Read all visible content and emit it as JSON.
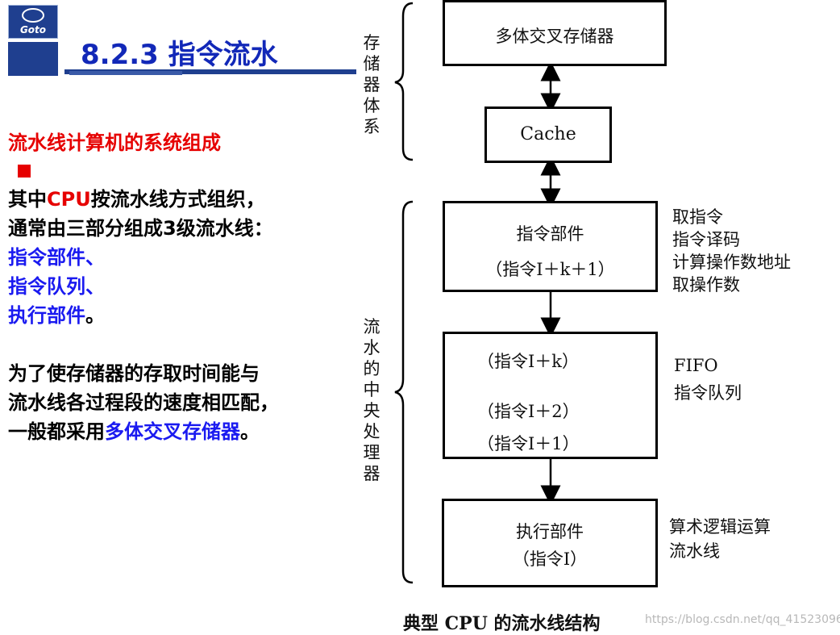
{
  "header": {
    "logo_text": "Goto",
    "title": "8.2.3  指令流水"
  },
  "left": {
    "heading": "流水线计算机的系统组成",
    "p1_a": "其中",
    "p1_cpu": "CPU",
    "p1_b": "按流水线方式组织，",
    "p2": "通常由三部分组成3级流水线：",
    "item1": "指令部件、",
    "item2": "指令队列、",
    "item3": "执行部件",
    "item3_end": "。",
    "p3": "为了使存储器的存取时间能与",
    "p4": "流水线各过程段的速度相匹配，",
    "p5_a": "一般都采用",
    "p5_b": "多体交叉存储器",
    "p5_c": "。"
  },
  "diagram": {
    "memory_group_label": [
      "存",
      "储",
      "器",
      "体",
      "系"
    ],
    "cpu_group_label": [
      "流",
      "水",
      "的",
      "中",
      "央",
      "处",
      "理",
      "器"
    ],
    "memory_box": "多体交叉存储器",
    "cache_box": "Cache",
    "fetch_unit": {
      "name": "指令部件",
      "sub": "（指令I＋k＋1）"
    },
    "queue_unit": {
      "line1": "（指令I＋k）",
      "line2": "（指令I＋2）",
      "line3": "（指令I＋1）"
    },
    "exec_unit": {
      "name": "执行部件",
      "sub": "（指令I）"
    },
    "fetch_desc": [
      "取指令",
      "指令译码",
      "计算操作数地址",
      "取操作数"
    ],
    "queue_desc": [
      "FIFO",
      "指令队列"
    ],
    "exec_desc": [
      "算术逻辑运算",
      "流水线"
    ],
    "caption": "典型 CPU 的流水线结构",
    "watermark": "https://blog.csdn.net/qq_41523096"
  }
}
